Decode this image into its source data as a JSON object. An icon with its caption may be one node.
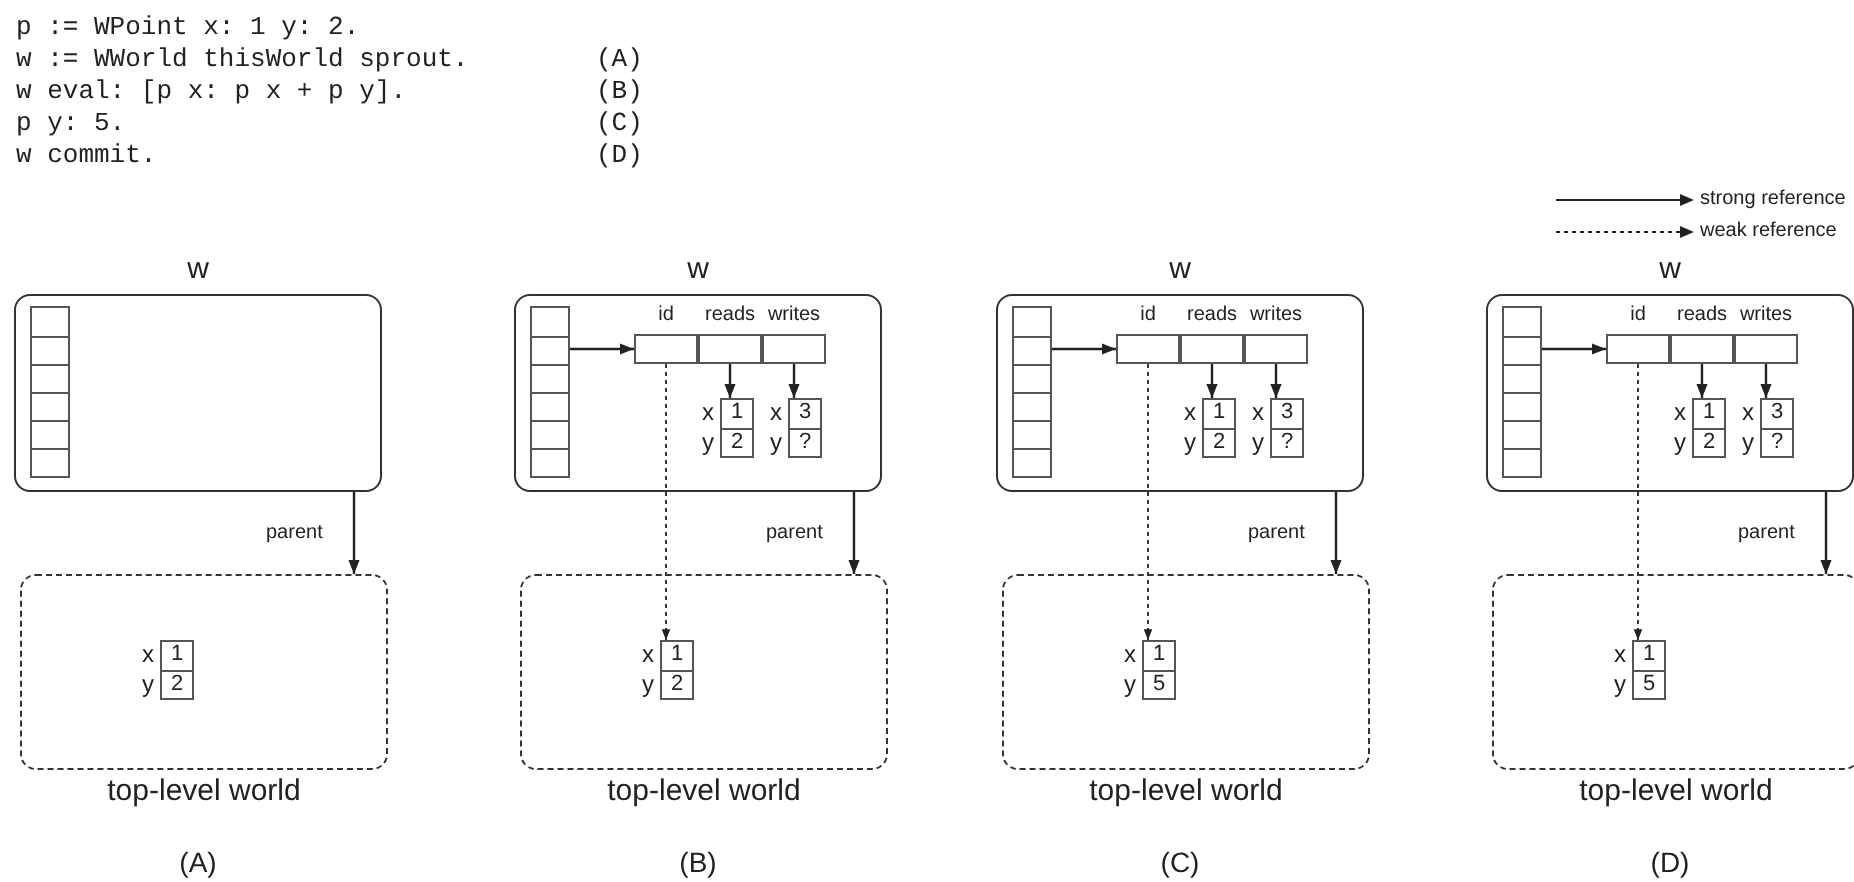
{
  "diagram": {
    "nodes": [
      {
        "text": [
          "w"
        ]
      },
      {
        "text": [],
        "shape": "box",
        "in": 0
      },
      {
        "text": [
          "top-level world"
        ]
      },
      {
        "text": [
          "x",
          "1",
          "y",
          "2"
        ],
        "in": 2
      },
      {
        "text": [
          "w"
        ]
      },
      {
        "text": [],
        "shape": "box",
        "in": 4
      },
      {
        "text": [
          "id"
        ],
        "in": 4
      },
      {
        "text": [
          "reads"
        ],
        "in": 4
      },
      {
        "text": [
          "writes"
        ],
        "in": 4
      },
      {
        "text": [
          "x",
          "1",
          "y",
          "2"
        ],
        "in": 4
      },
      {
        "text": [
          "x",
          "3",
          "y",
          "?"
        ],
        "in": 4
      },
      {
        "text": [
          "top-level world"
        ]
      },
      {
        "text": [
          "x",
          "1",
          "y",
          "2"
        ],
        "in": 11
      },
      {
        "text": [
          "w"
        ]
      },
      {
        "text": [],
        "shape": "box",
        "in": 13
      },
      {
        "text": [
          "id"
        ],
        "in": 13
      },
      {
        "text": [
          "reads"
        ],
        "in": 13
      },
      {
        "text": [
          "writes"
        ],
        "in": 13
      },
      {
        "text": [
          "x",
          "1",
          "y",
          "2"
        ],
        "in": 13
      },
      {
        "text": [
          "x",
          "3",
          "y",
          "?"
        ],
        "in": 13
      },
      {
        "text": [
          "top-level world"
        ]
      },
      {
        "text": [
          "x",
          "1",
          "y",
          "5"
        ],
        "in": 20
      },
      {
        "text": [
          "w"
        ]
      },
      {
        "text": [],
        "shape": "box",
        "in": 22
      },
      {
        "text": [
          "id"
        ],
        "in": 22
      },
      {
        "text": [
          "reads"
        ],
        "in": 22
      },
      {
        "text": [
          "writes"
        ],
        "in": 22
      },
      {
        "text": [
          "x",
          "1",
          "y",
          "2"
        ],
        "in": 22
      },
      {
        "text": [
          "x",
          "3",
          "y",
          "?"
        ],
        "in": 22
      },
      {
        "text": [
          "top-level world"
        ]
      },
      {
        "text": [
          "x",
          "1",
          "y",
          "5"
        ],
        "in": 29
      }
    ],
    "edges": [
      {
        "from": 0,
        "to": 2,
        "arrow": "to",
        "label": "parent"
      },
      {
        "from": 5,
        "to": 6,
        "arrow": "to"
      },
      {
        "from": 7,
        "to": 9,
        "arrow": "to"
      },
      {
        "from": 8,
        "to": 10,
        "arrow": "to"
      },
      {
        "from": 6,
        "to": 12,
        "arrow": "to",
        "style": "dashed"
      },
      {
        "from": 4,
        "to": 11,
        "arrow": "to",
        "label": "parent"
      },
      {
        "from": 14,
        "to": 15,
        "arrow": "to"
      },
      {
        "from": 16,
        "to": 18,
        "arrow": "to"
      },
      {
        "from": 17,
        "to": 19,
        "arrow": "to"
      },
      {
        "from": 15,
        "to": 21,
        "arrow": "to",
        "style": "dashed"
      },
      {
        "from": 13,
        "to": 20,
        "arrow": "to",
        "label": "parent"
      },
      {
        "from": 23,
        "to": 24,
        "arrow": "to"
      },
      {
        "from": 25,
        "to": 27,
        "arrow": "to"
      },
      {
        "from": 26,
        "to": 28,
        "arrow": "to"
      },
      {
        "from": 24,
        "to": 30,
        "arrow": "to",
        "style": "dashed"
      },
      {
        "from": 22,
        "to": 29,
        "arrow": "to",
        "label": "parent"
      }
    ],
    "labels": [
      "p := WPoint x: 1 y: 2.",
      "w := WWorld thisWorld sprout.",
      "(A)",
      "w eval: [p x: p x + p y].",
      "(B)",
      "p y: 5.",
      "(C)",
      "w commit.",
      "(D)",
      "(A)",
      "(B)",
      "(C)",
      "(D)"
    ],
    "legend": [
      {
        "text": "strong reference"
      },
      {
        "text": "weak reference"
      }
    ]
  }
}
